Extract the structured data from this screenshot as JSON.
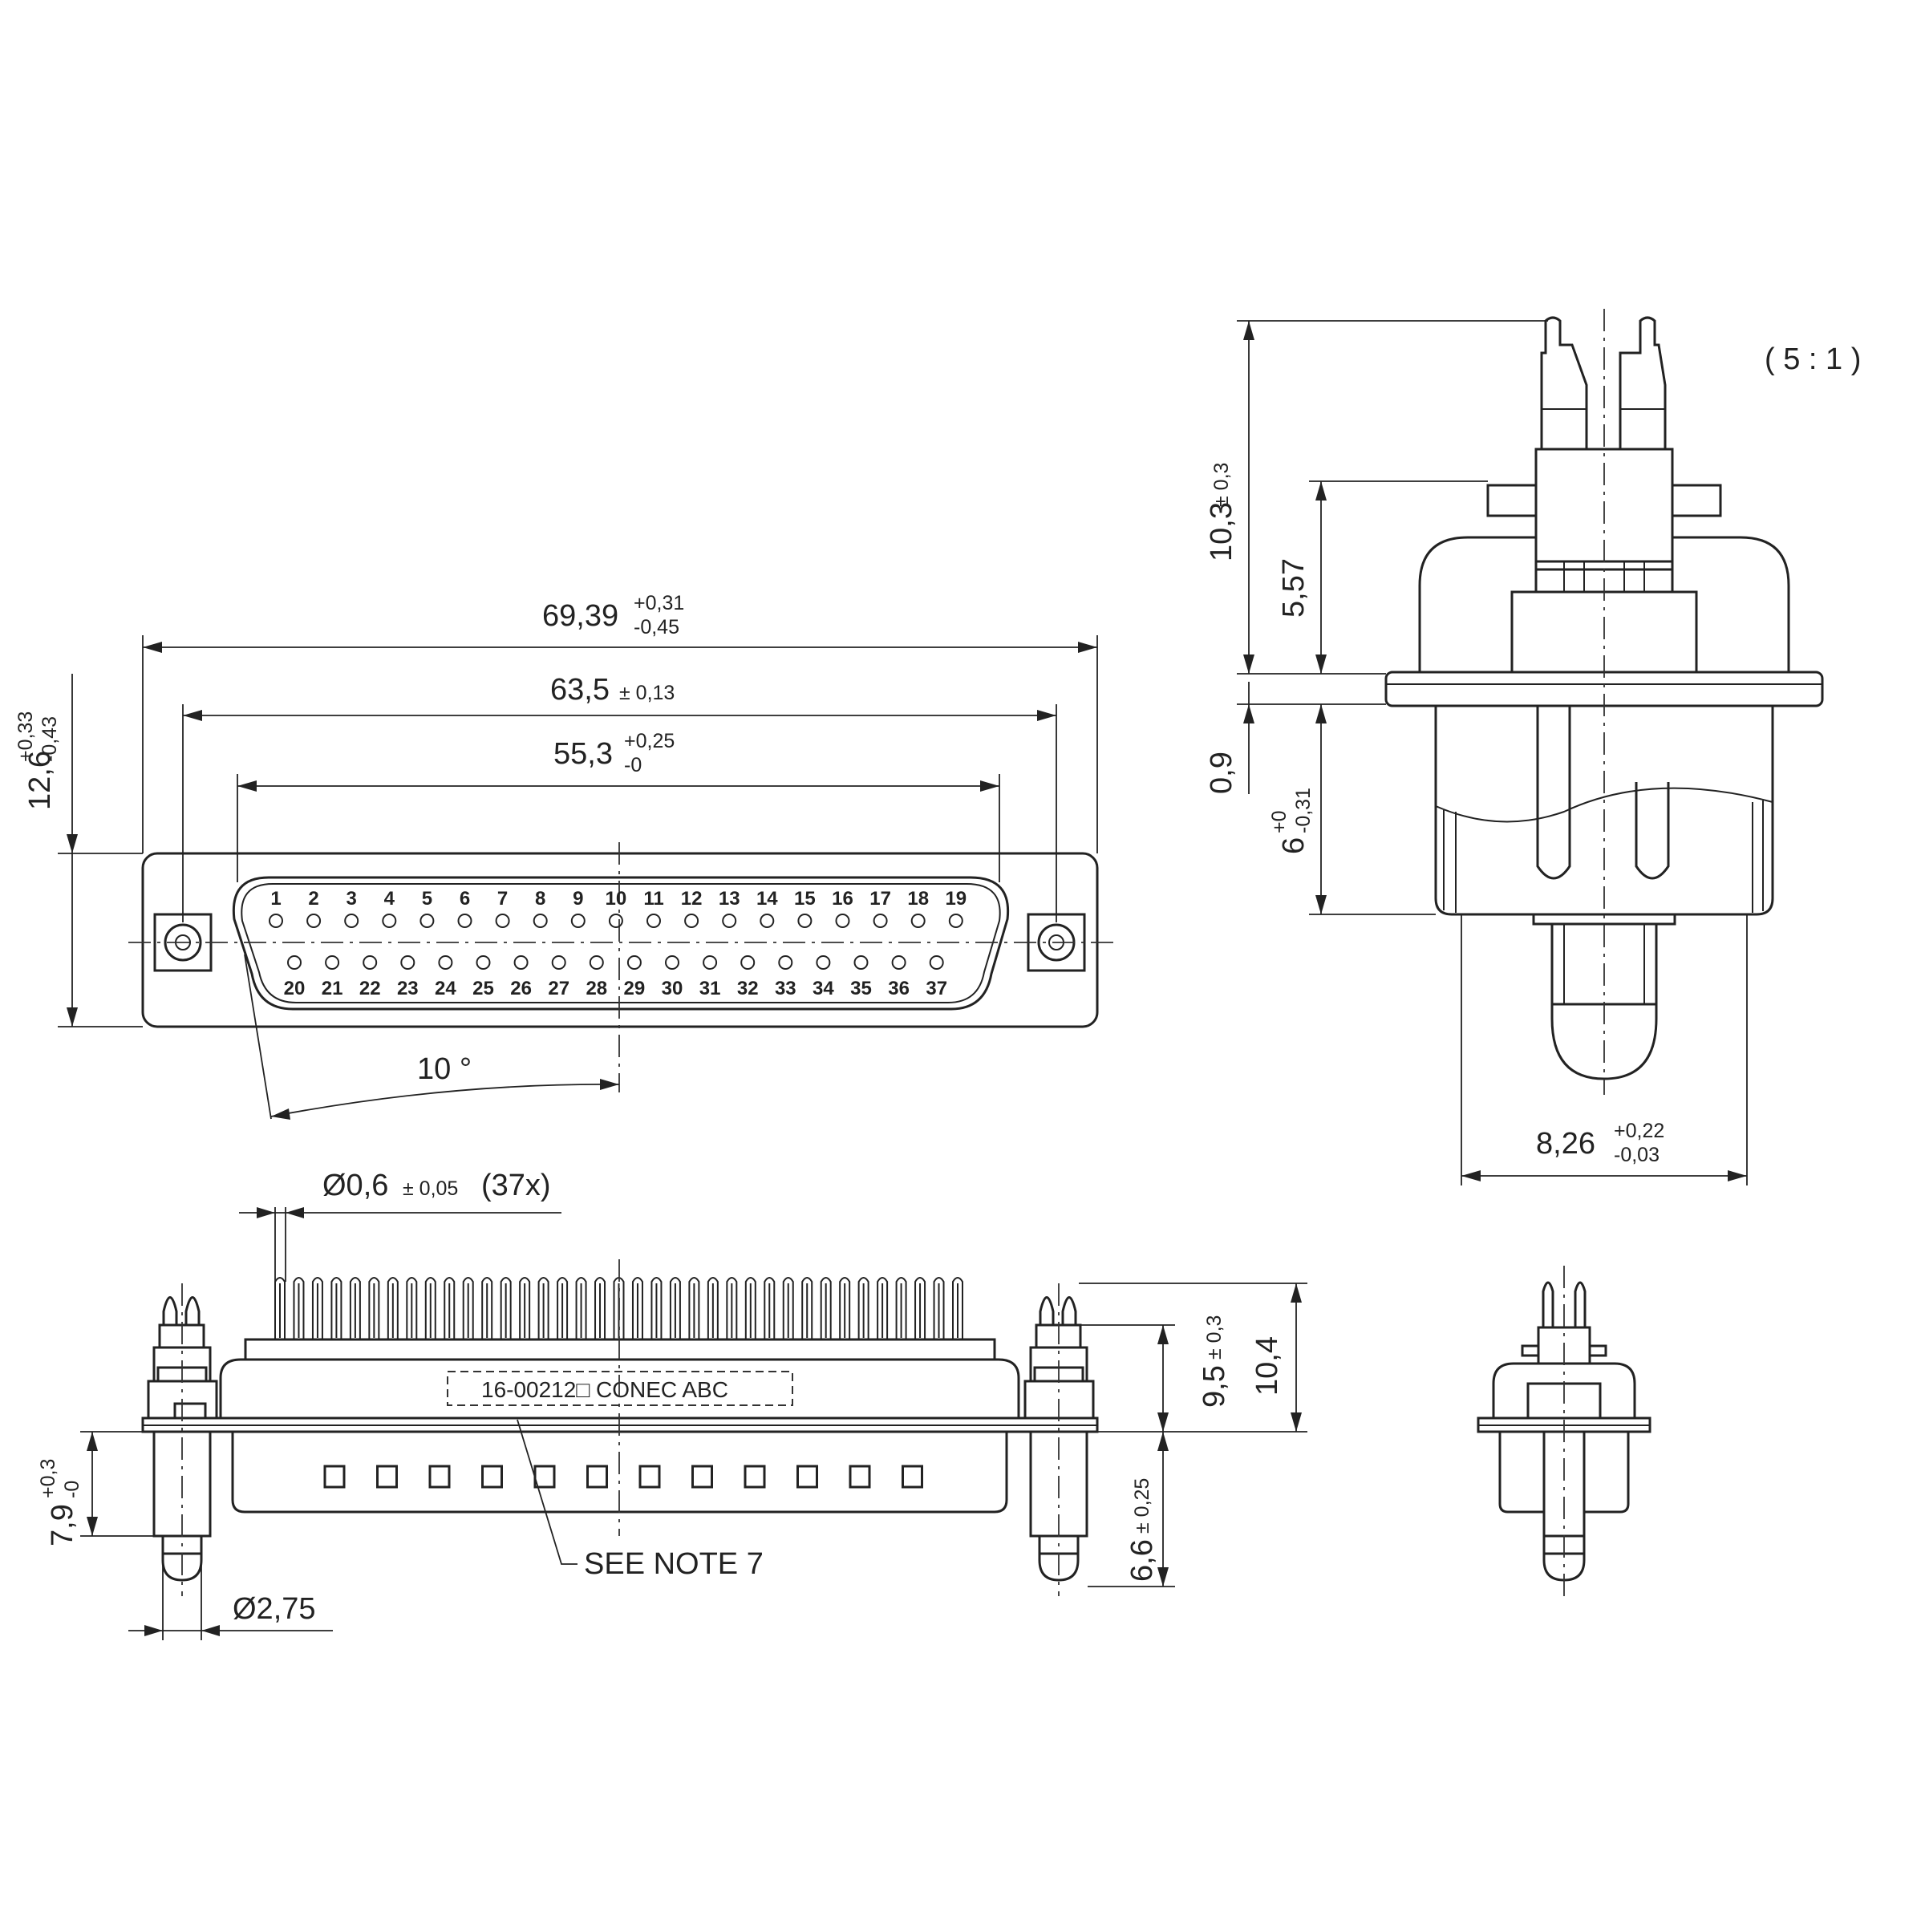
{
  "scale": "( 5 : 1 )",
  "front_view": {
    "overall_width": {
      "value": "69,39",
      "tol_upper": "+0,31",
      "tol_lower": "-0,45"
    },
    "mount_spacing": {
      "value": "63,5",
      "tol": "± 0,13"
    },
    "shell_width": {
      "value": "55,3",
      "tol_upper": "+0,25",
      "tol_lower": "-0"
    },
    "height": {
      "value": "12,6",
      "tol_upper": "+0,33",
      "tol_lower": "-0,43"
    },
    "angle": "10 °",
    "pins_top": [
      "1",
      "2",
      "3",
      "4",
      "5",
      "6",
      "7",
      "8",
      "9",
      "10",
      "11",
      "12",
      "13",
      "14",
      "15",
      "16",
      "17",
      "18",
      "19"
    ],
    "pins_bottom": [
      "20",
      "21",
      "22",
      "23",
      "24",
      "25",
      "26",
      "27",
      "28",
      "29",
      "30",
      "31",
      "32",
      "33",
      "34",
      "35",
      "36",
      "37"
    ]
  },
  "side_view": {
    "total_height": {
      "value": "10,3",
      "tol": "± 0,3"
    },
    "upper_height": {
      "value": "5,57"
    },
    "flange": {
      "value": "0,9"
    },
    "lower_height": {
      "value": "6",
      "tol_upper": "+0",
      "tol_lower": "-0,31"
    },
    "width": {
      "value": "8,26",
      "tol_upper": "+0,22",
      "tol_lower": "-0,03"
    }
  },
  "bottom_view": {
    "pin_diameter": {
      "value": "Ø0,6",
      "tol": "± 0,05",
      "suffix": "(37x)"
    },
    "marking": "16-00212□ CONEC ABC",
    "note": "SEE NOTE 7",
    "post_length": {
      "value": "7,9",
      "tol_upper": "+0,3",
      "tol_lower": "-0"
    },
    "post_diameter": {
      "value": "Ø2,75"
    },
    "pin_height": {
      "value": "9,5",
      "tol": "± 0,3"
    },
    "overall_height": {
      "value": "10,4"
    },
    "board_height": {
      "value": "6,6",
      "tol": "± 0,25"
    }
  }
}
